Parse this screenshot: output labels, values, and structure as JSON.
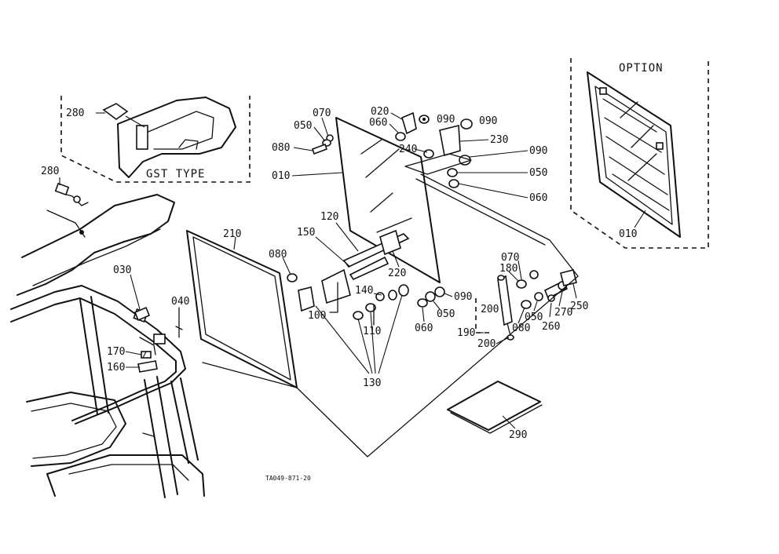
{
  "captions": {
    "option": "OPTION",
    "gst_type": "GST TYPE",
    "drawing_code": "TA049-871-20"
  },
  "labels": {
    "p280a": "280",
    "p280b": "280",
    "p070a": "070",
    "p050a": "050",
    "p080a": "080",
    "p010a": "010",
    "p020": "020",
    "p060a": "060",
    "p090a": "090",
    "p090b": "090",
    "p240": "240",
    "p230": "230",
    "p090c": "090",
    "p050b": "050",
    "p060b": "060",
    "p010b": "010",
    "p120": "120",
    "p150": "150",
    "p210": "210",
    "p080b": "080",
    "p220": "220",
    "p030": "030",
    "p040": "040",
    "p140": "140",
    "p100": "100",
    "p110": "110",
    "p090d": "090",
    "p050c": "050",
    "p060c": "060",
    "p070b": "070",
    "p180": "180",
    "p200a": "200",
    "p190": "190",
    "p200b": "200",
    "p080c": "080",
    "p050d": "050",
    "p260": "260",
    "p270": "270",
    "p250": "250",
    "p170": "170",
    "p160": "160",
    "p130": "130",
    "p290": "290"
  }
}
